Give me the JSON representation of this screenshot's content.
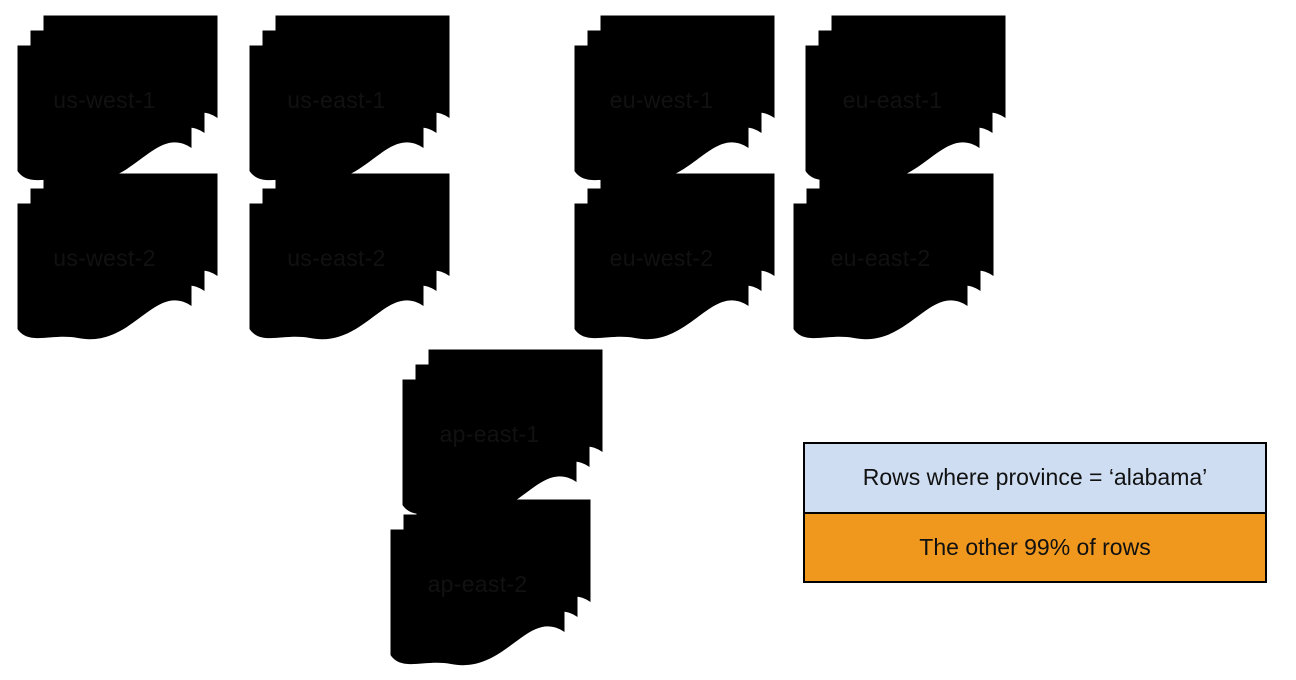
{
  "colors": {
    "document_blue": "#CEDDF2",
    "document_orange": "#F0981E",
    "outline": "#000000",
    "background": "#FFFFFF"
  },
  "stacks": [
    {
      "id": "us-west-1",
      "label": "us-west-1",
      "variant": "blue"
    },
    {
      "id": "us-east-1",
      "label": "us-east-1",
      "variant": "orange"
    },
    {
      "id": "eu-west-1",
      "label": "eu-west-1",
      "variant": "blue"
    },
    {
      "id": "eu-east-1",
      "label": "eu-east-1",
      "variant": "blue"
    },
    {
      "id": "us-west-2",
      "label": "us-west-2",
      "variant": "blue"
    },
    {
      "id": "us-east-2",
      "label": "us-east-2",
      "variant": "blue"
    },
    {
      "id": "eu-west-2",
      "label": "eu-west-2",
      "variant": "blue"
    },
    {
      "id": "eu-east-2",
      "label": "eu-east-2",
      "variant": "blue"
    },
    {
      "id": "ap-east-1",
      "label": "ap-east-1",
      "variant": "blue"
    },
    {
      "id": "ap-east-2",
      "label": "ap-east-2",
      "variant": "blue"
    }
  ],
  "legend": {
    "items": [
      {
        "label": "Rows where province = ‘alabama’",
        "variant": "blue"
      },
      {
        "label": "The other 99% of rows",
        "variant": "orange"
      }
    ]
  }
}
